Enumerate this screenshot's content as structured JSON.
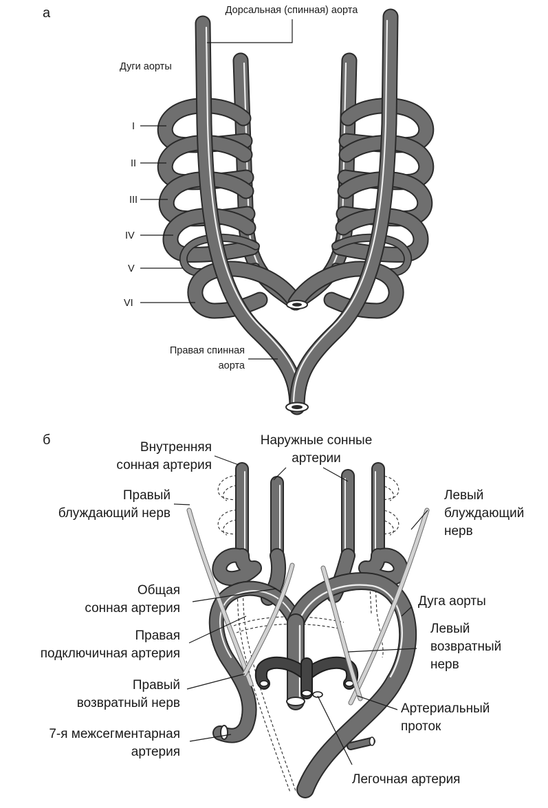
{
  "panel_a": {
    "letter": "а",
    "labels": {
      "dorsal_aorta": "Дорсальная (спинная) аорта",
      "aortic_arches": "Дуги аорты",
      "arch_I": "I",
      "arch_II": "II",
      "arch_III": "III",
      "arch_IV": "IV",
      "arch_V": "V",
      "arch_VI": "VI",
      "right_dorsal_aorta_line1": "Правая спинная",
      "right_dorsal_aorta_line2": "аорта"
    }
  },
  "panel_b": {
    "letter": "б",
    "labels": {
      "internal_carotid_line1": "Внутренняя",
      "internal_carotid_line2": "сонная артерия",
      "external_carotid_line1": "Наружные сонные",
      "external_carotid_line2": "артерии",
      "right_vagus_line1": "Правый",
      "right_vagus_line2": "блуждающий нерв",
      "left_vagus_line1": "Левый",
      "left_vagus_line2": "блуждающий",
      "left_vagus_line3": "нерв",
      "common_carotid_line1": "Общая",
      "common_carotid_line2": "сонная артерия",
      "aortic_arch": "Дуга аорты",
      "right_subclavian_line1": "Правая",
      "right_subclavian_line2": "подключичная артерия",
      "left_recurrent_line1": "Левый",
      "left_recurrent_line2": "возвратный",
      "left_recurrent_line3": "нерв",
      "right_recurrent_line1": "Правый",
      "right_recurrent_line2": "возвратный нерв",
      "ductus_line1": "Артериальный",
      "ductus_line2": "проток",
      "seventh_intersegmental_line1": "7-я межсегментарная",
      "seventh_intersegmental_line2": "артерия",
      "pulmonary_artery": "Легочная артерия"
    }
  },
  "colors": {
    "vessel_fill": "#6f6f6f",
    "vessel_outline": "#2a2a2a",
    "vessel_highlight": "#ededed",
    "nerve": "#d2d2d2",
    "pulmonary": "#444444",
    "text": "#1a1a1a"
  }
}
